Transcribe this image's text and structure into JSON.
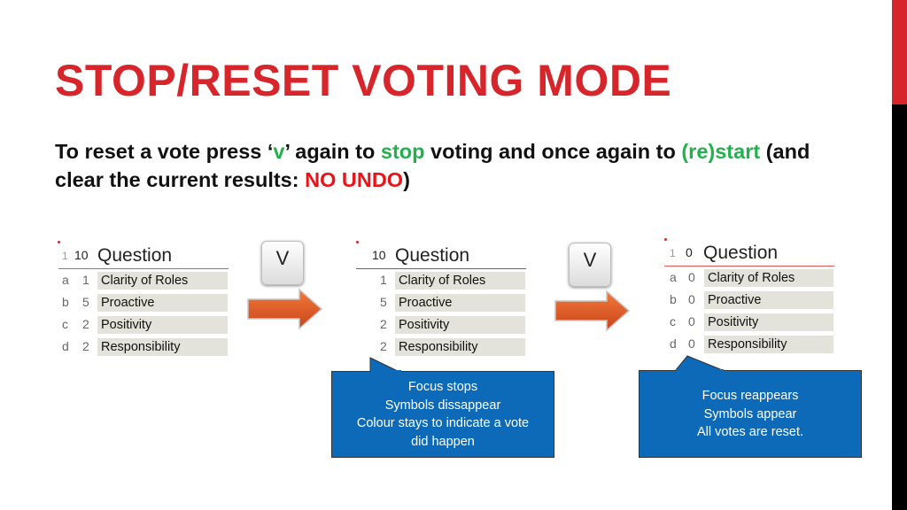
{
  "title": "STOP/RESET VOTING MODE",
  "description": {
    "part1": "To reset a vote press ‘",
    "key": "v",
    "part2": "’ again to ",
    "stop": "stop",
    "part3": " voting and once again to ",
    "restart": "(re)start",
    "part4": " (and clear the current results: ",
    "no_undo": "NO UNDO",
    "part5": ")"
  },
  "colors": {
    "accent_red": "#d7262b",
    "green": "#22b14c",
    "callout_blue": "#0d6ab8"
  },
  "panels": [
    {
      "hdr_small": "1",
      "count": "10",
      "question": "Question",
      "rows": [
        {
          "letter": "a",
          "num": "1",
          "label": "Clarity of Roles"
        },
        {
          "letter": "b",
          "num": "5",
          "label": "Proactive"
        },
        {
          "letter": "c",
          "num": "2",
          "label": "Positivity"
        },
        {
          "letter": "d",
          "num": "2",
          "label": "Responsibility"
        }
      ]
    },
    {
      "hdr_small": "",
      "count": "10",
      "question": "Question",
      "rows": [
        {
          "letter": "",
          "num": "1",
          "label": "Clarity of Roles"
        },
        {
          "letter": "",
          "num": "5",
          "label": "Proactive"
        },
        {
          "letter": "",
          "num": "2",
          "label": "Positivity"
        },
        {
          "letter": "",
          "num": "2",
          "label": "Responsibility"
        }
      ]
    },
    {
      "hdr_small": "1",
      "count": "0",
      "question": "Question",
      "rows": [
        {
          "letter": "a",
          "num": "0",
          "label": "Clarity of Roles"
        },
        {
          "letter": "b",
          "num": "0",
          "label": "Proactive"
        },
        {
          "letter": "c",
          "num": "0",
          "label": "Positivity"
        },
        {
          "letter": "d",
          "num": "0",
          "label": "Responsibility"
        }
      ]
    }
  ],
  "keys": [
    "V",
    "V"
  ],
  "callouts": [
    {
      "lines": [
        "Focus stops",
        "Symbols dissappear",
        "Colour stays to indicate a vote",
        "did happen"
      ]
    },
    {
      "lines": [
        "Focus reappears",
        "Symbols appear",
        "All votes are reset."
      ]
    }
  ]
}
